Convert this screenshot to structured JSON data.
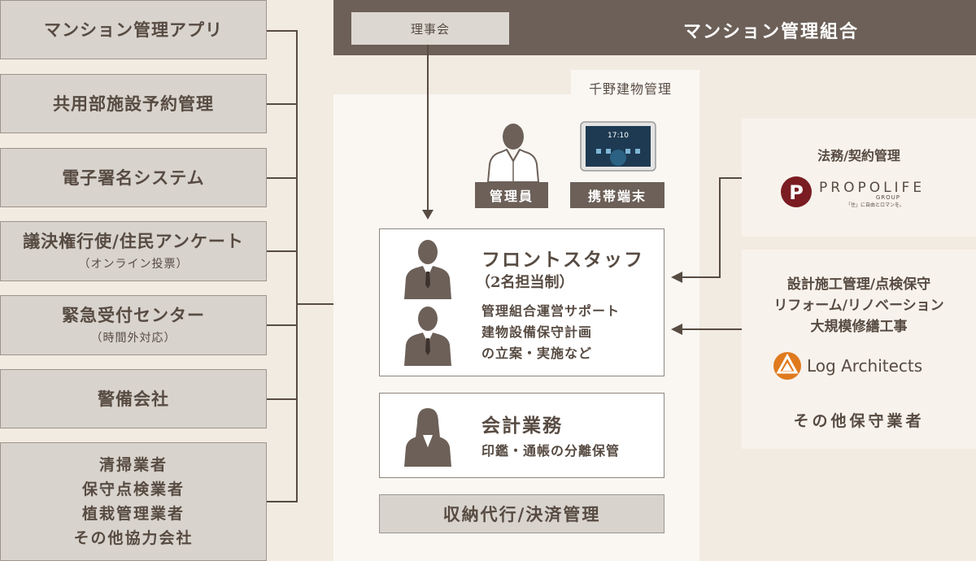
{
  "left_boxes": [
    {
      "main": "マンション管理アプリ"
    },
    {
      "main": "共用部施設予約管理"
    },
    {
      "main": "電子署名システム"
    },
    {
      "main": "議決権行使/住民アンケート",
      "sub": "（オンライン投票）"
    },
    {
      "main": "緊急受付センター",
      "sub": "（時間外対応）"
    },
    {
      "main": "警備会社"
    },
    {
      "lines": [
        "清掃業者",
        "保守点検業者",
        "植栽管理業者",
        "その他協力会社"
      ]
    }
  ],
  "header": {
    "board": "理事会",
    "association": "マンション管理組合"
  },
  "company": {
    "name": "千野建物管理",
    "staff_tag": "管理員",
    "device_tag": "携帯端末",
    "device_time": "17:10",
    "front": {
      "title": "フロントスタッフ",
      "subtitle": "（2名担当制）",
      "desc": [
        "管理組合運営サポート",
        "建物設備保守計画",
        "の立案・実施など"
      ]
    },
    "accounting": {
      "title": "会計業務",
      "desc": "印鑑・通帳の分離保管"
    },
    "collection": "収納代行/決済管理"
  },
  "right": {
    "legal": {
      "heading": "法務/契約管理",
      "logo_text": "PROPOLIFE",
      "logo_group": "GROUP",
      "logo_tagline": "「住」に自由とロマンを。"
    },
    "construction": {
      "lines": [
        "設計施工管理/点検保守",
        "リフォーム/リノベーション",
        "大規模修繕工事"
      ],
      "logo_text": "Log Architects",
      "others": "その他保守業者"
    }
  },
  "colors": {
    "dark": "#6c6058",
    "text": "#574b42",
    "box": "#d8d3cd",
    "bg": "#f2ebe2",
    "panel": "#faf7f3",
    "logo_red": "#7a1c22",
    "logo_orange": "#e07a1f"
  }
}
